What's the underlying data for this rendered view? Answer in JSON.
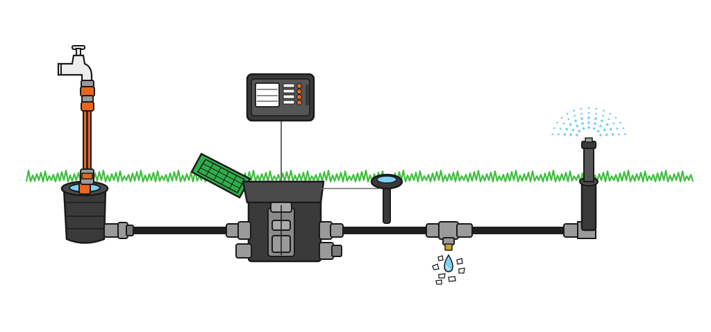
{
  "diagram": {
    "components": [
      {
        "id": "water-tap",
        "label": ""
      },
      {
        "id": "garden-hose",
        "label": ""
      },
      {
        "id": "water-connection-box",
        "label": ""
      },
      {
        "id": "valve-box",
        "label": ""
      },
      {
        "id": "irrigation-controller",
        "label": ""
      },
      {
        "id": "soil-moisture-sensor",
        "label": ""
      },
      {
        "id": "drain-valve",
        "label": ""
      },
      {
        "id": "pop-up-sprinkler",
        "label": ""
      }
    ],
    "colors": {
      "outline": "#1a1a1a",
      "body_dark": "#3a3a3a",
      "body_mid": "#5a5a5a",
      "fitting_grey": "#9a9a9a",
      "hose_orange": "#e8661e",
      "hose_dark": "#2a2a2a",
      "grass": "#3fbf3f",
      "lid_green": "#2fae4a",
      "water_blue": "#7fd0f2",
      "screen_white": "#ffffff",
      "button_orange": "#e8661e",
      "brass": "#c9a227",
      "stone_grey": "#8a8a8a"
    }
  }
}
